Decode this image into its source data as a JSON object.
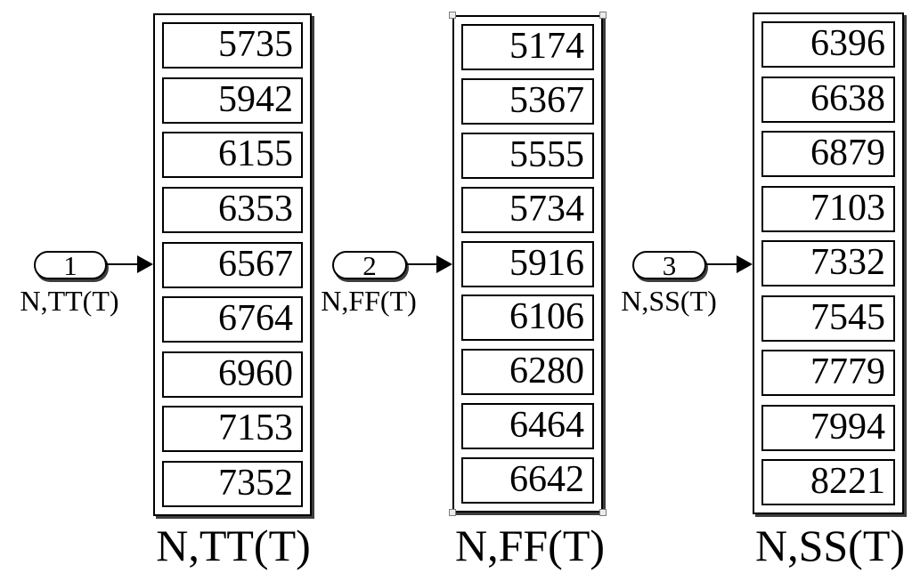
{
  "diagram": {
    "type": "simulink-block-diagram",
    "colors": {
      "stroke": "#000000",
      "background": "#ffffff",
      "shadow": "#3d3d3d",
      "handle_fill": "#ececec"
    },
    "groups": [
      {
        "port": "1",
        "port_label": "N,TT(T)",
        "block_label": "N,TT(T)",
        "values": [
          "5735",
          "5942",
          "6155",
          "6353",
          "6567",
          "6764",
          "6960",
          "7153",
          "7352"
        ]
      },
      {
        "port": "2",
        "port_label": "N,FF(T)",
        "block_label": "N,FF(T)",
        "values": [
          "5174",
          "5367",
          "5555",
          "5734",
          "5916",
          "6106",
          "6280",
          "6464",
          "6642"
        ]
      },
      {
        "port": "3",
        "port_label": "N,SS(T)",
        "block_label": "N,SS(T)",
        "values": [
          "6396",
          "6638",
          "6879",
          "7103",
          "7332",
          "7545",
          "7779",
          "7994",
          "8221"
        ]
      }
    ]
  }
}
